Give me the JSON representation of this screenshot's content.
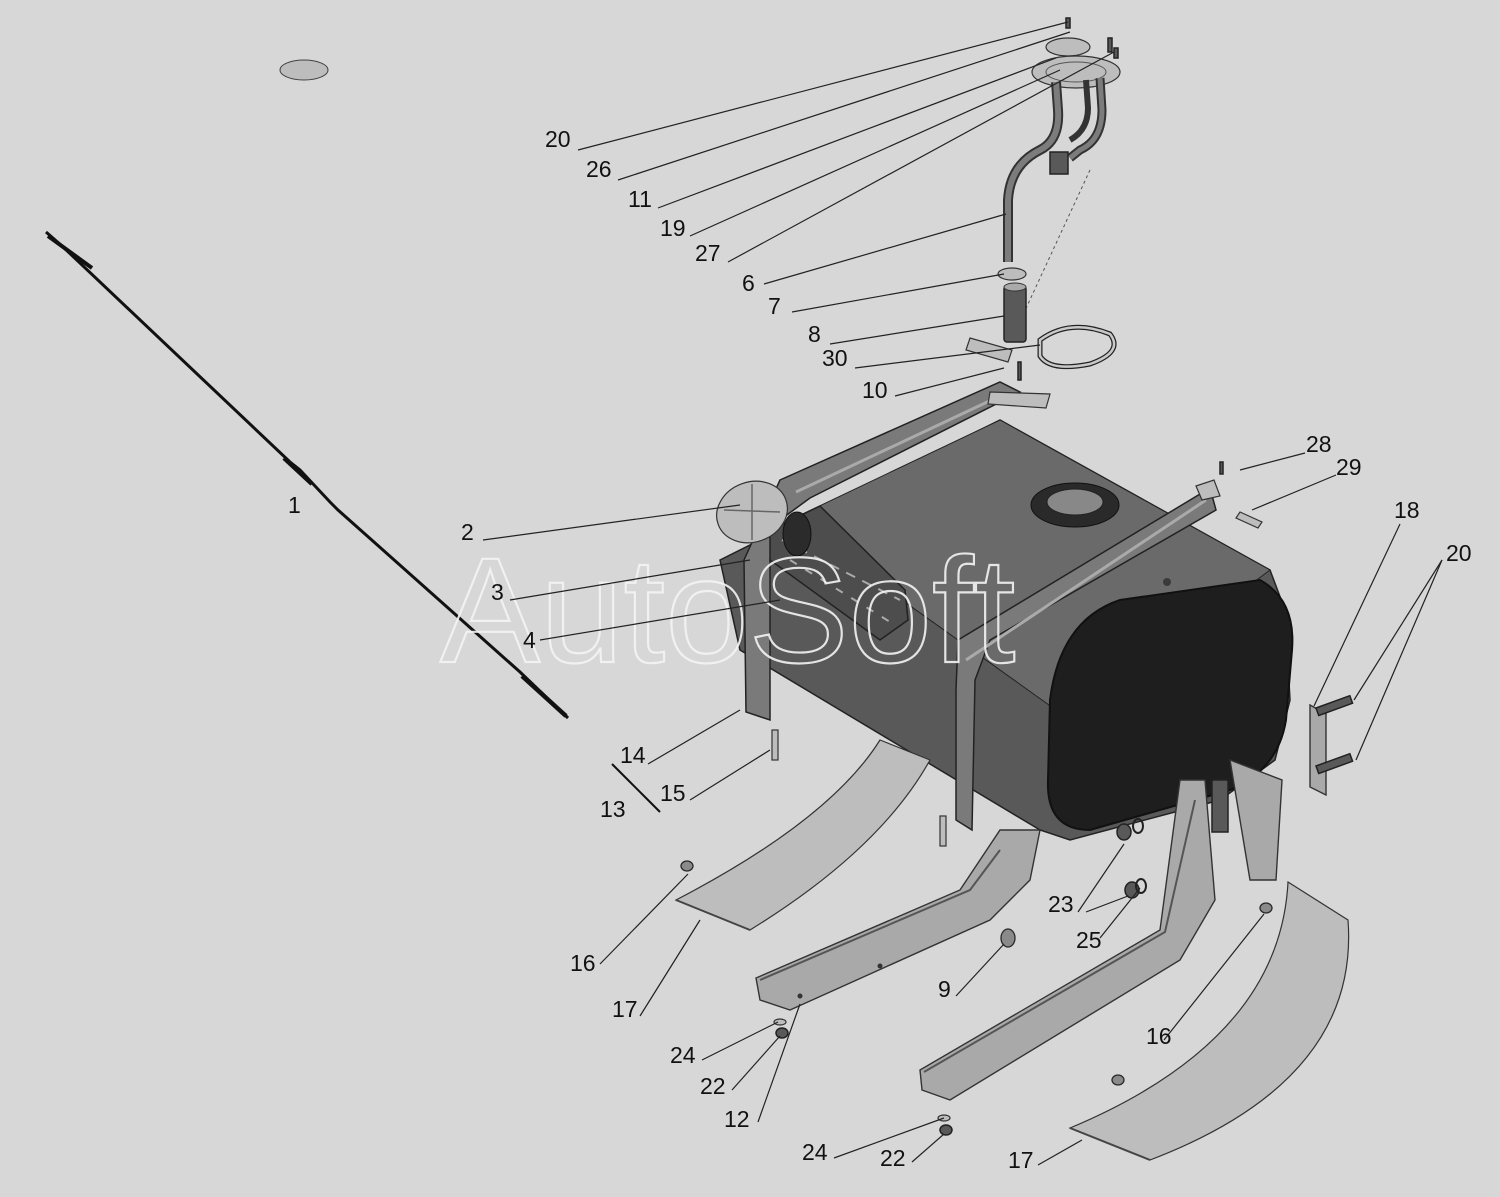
{
  "watermark": "AutoSoft",
  "colors": {
    "background": "#d7d7d7",
    "tank_body": "#595959",
    "tank_opening": "#1e1e1e",
    "brackets": "#a9a9a9",
    "light_parts": "#bdbdbd"
  },
  "callouts": [
    {
      "id": "c20a",
      "label": "20"
    },
    {
      "id": "c26",
      "label": "26"
    },
    {
      "id": "c11",
      "label": "11"
    },
    {
      "id": "c19",
      "label": "19"
    },
    {
      "id": "c27",
      "label": "27"
    },
    {
      "id": "c6",
      "label": "6"
    },
    {
      "id": "c7",
      "label": "7"
    },
    {
      "id": "c8",
      "label": "8"
    },
    {
      "id": "c30",
      "label": "30"
    },
    {
      "id": "c10",
      "label": "10"
    },
    {
      "id": "c28",
      "label": "28"
    },
    {
      "id": "c29",
      "label": "29"
    },
    {
      "id": "c1",
      "label": "1"
    },
    {
      "id": "c2",
      "label": "2"
    },
    {
      "id": "c3",
      "label": "3"
    },
    {
      "id": "c4",
      "label": "4"
    },
    {
      "id": "c18",
      "label": "18"
    },
    {
      "id": "c20b",
      "label": "20"
    },
    {
      "id": "c14",
      "label": "14"
    },
    {
      "id": "c15",
      "label": "15"
    },
    {
      "id": "c13",
      "label": "13"
    },
    {
      "id": "c23",
      "label": "23"
    },
    {
      "id": "c25",
      "label": "25"
    },
    {
      "id": "c16a",
      "label": "16"
    },
    {
      "id": "c9",
      "label": "9"
    },
    {
      "id": "c17a",
      "label": "17"
    },
    {
      "id": "c16b",
      "label": "16"
    },
    {
      "id": "c24a",
      "label": "24"
    },
    {
      "id": "c22a",
      "label": "22"
    },
    {
      "id": "c12",
      "label": "12"
    },
    {
      "id": "c24b",
      "label": "24"
    },
    {
      "id": "c22b",
      "label": "22"
    },
    {
      "id": "c17b",
      "label": "17"
    }
  ]
}
